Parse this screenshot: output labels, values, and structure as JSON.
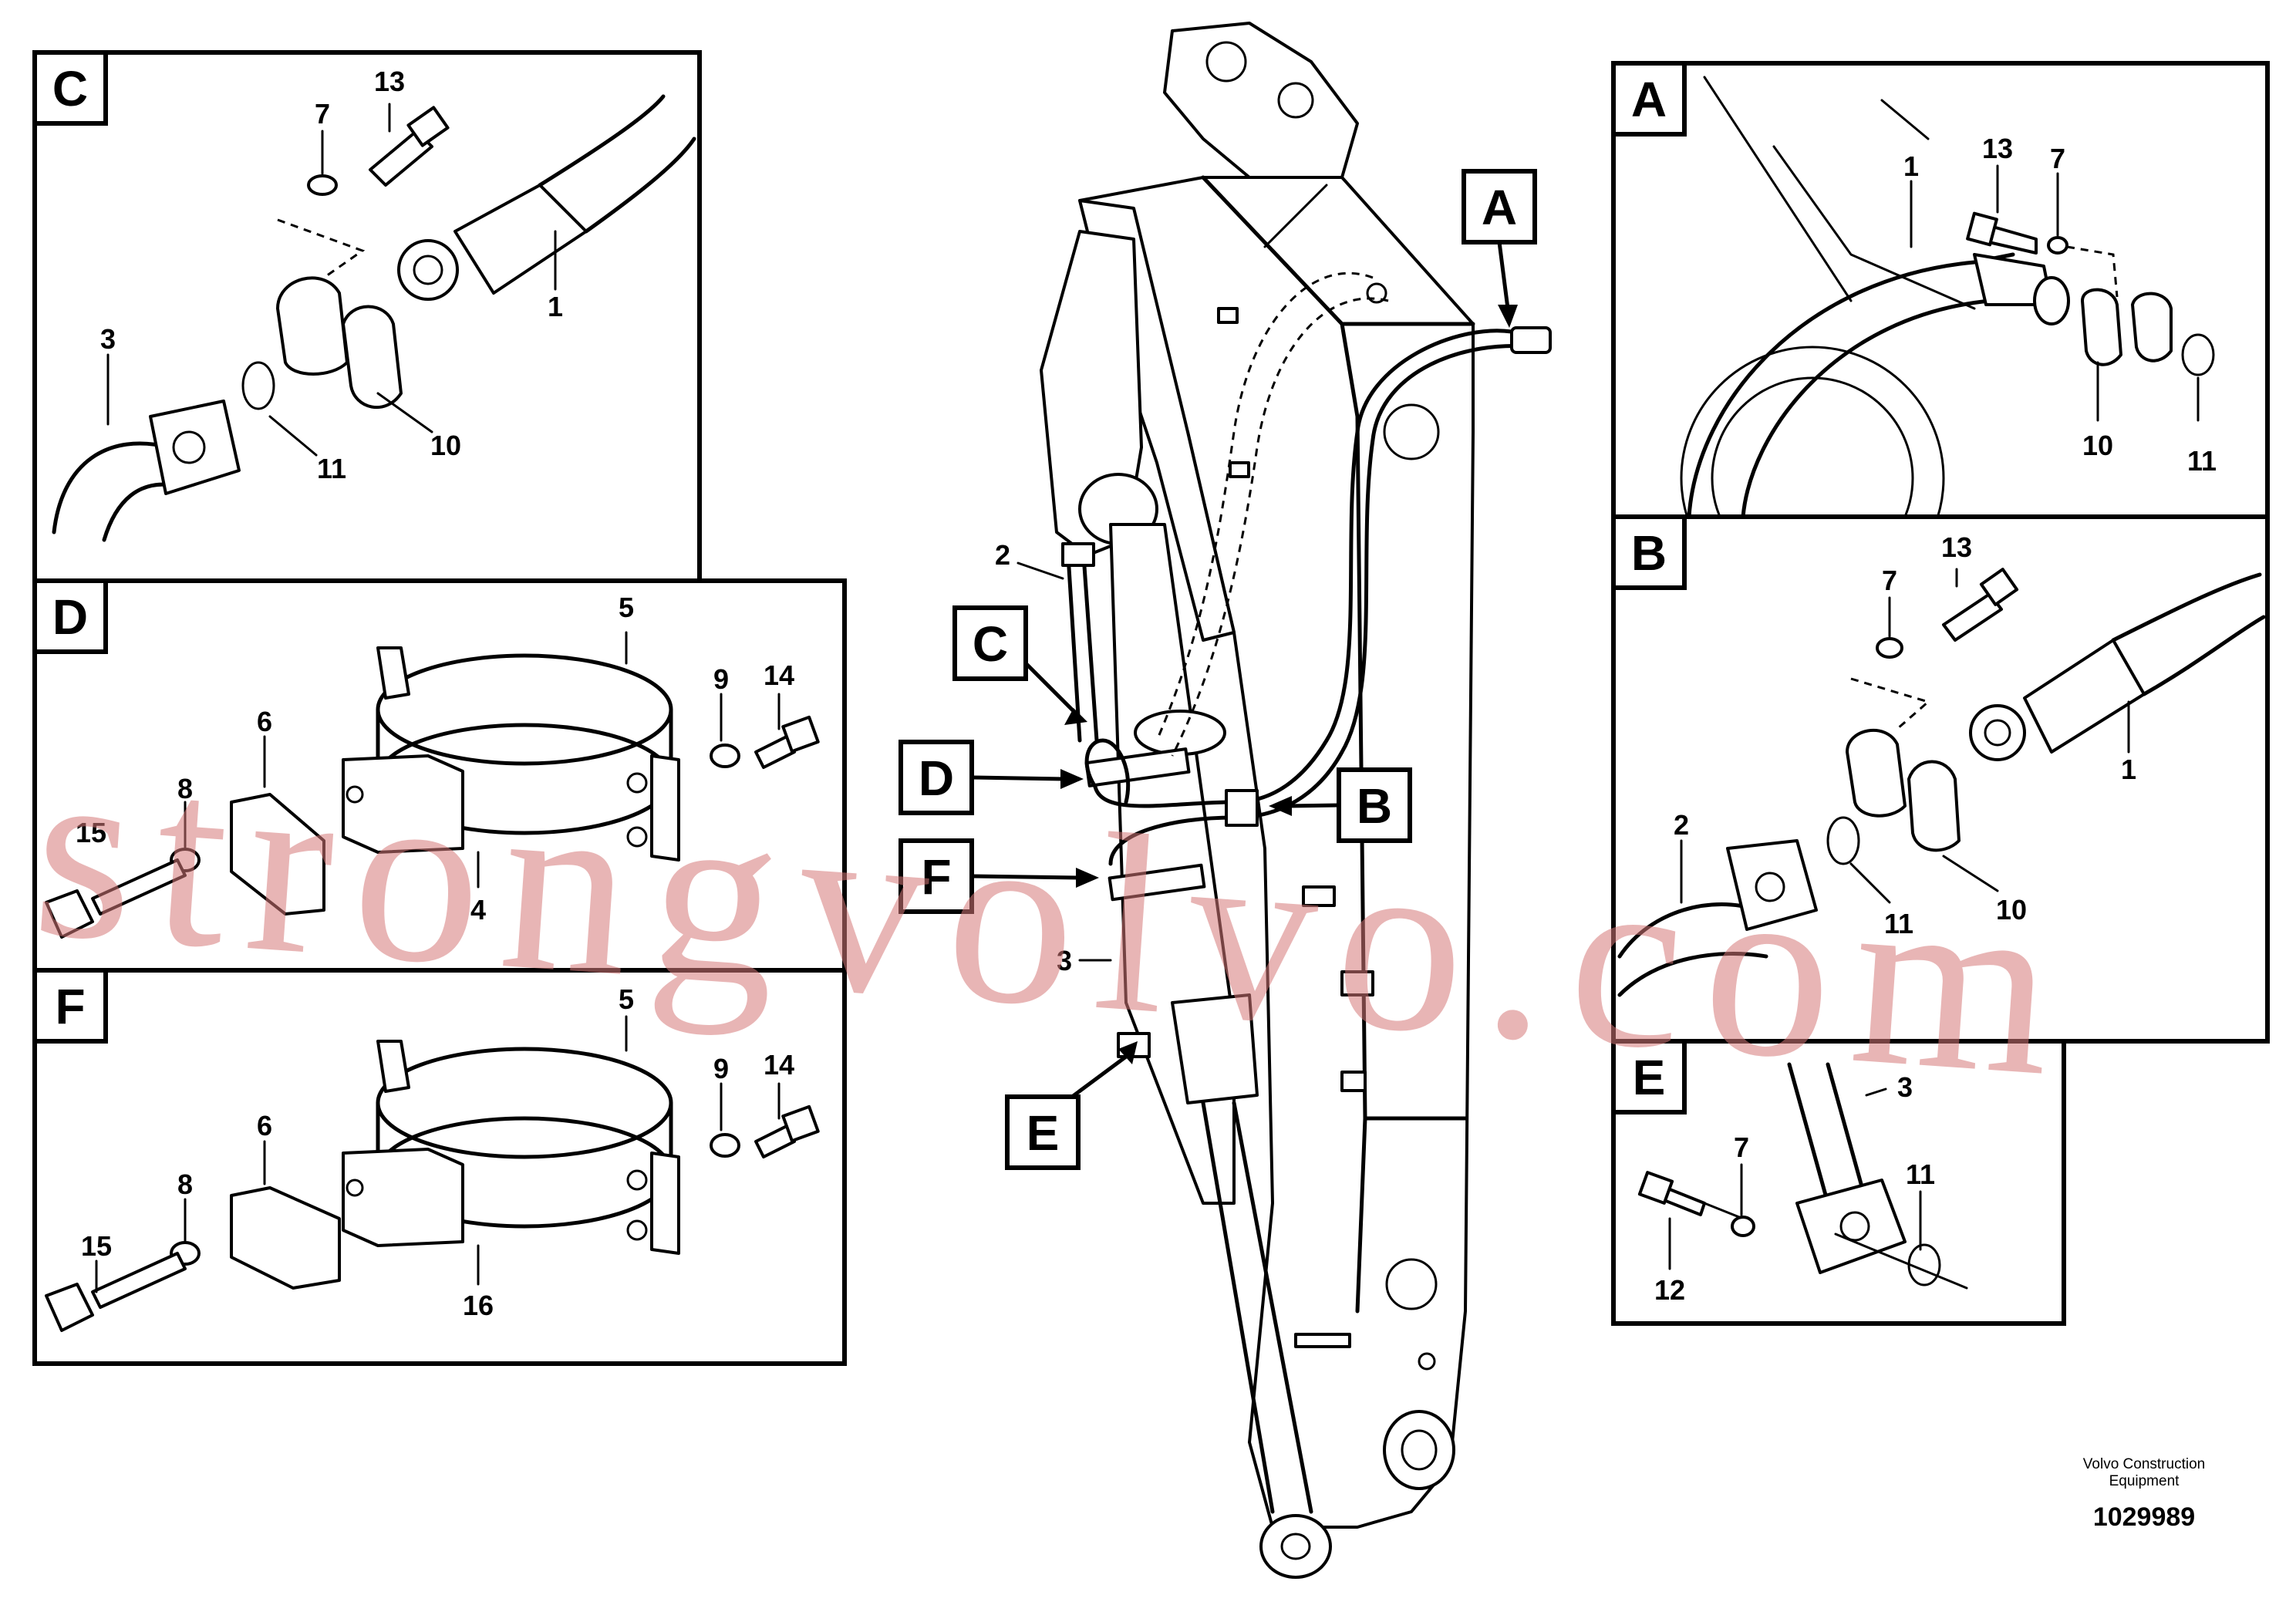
{
  "panels": {
    "C": {
      "label": "C",
      "parts": [
        "13",
        "7",
        "1",
        "3",
        "11",
        "10"
      ]
    },
    "D": {
      "label": "D",
      "parts": [
        "5",
        "9",
        "14",
        "6",
        "8",
        "15",
        "4"
      ]
    },
    "F": {
      "label": "F",
      "parts": [
        "5",
        "9",
        "14",
        "6",
        "8",
        "15",
        "16"
      ]
    },
    "A": {
      "label": "A",
      "parts": [
        "1",
        "13",
        "7",
        "10",
        "11"
      ]
    },
    "B": {
      "label": "B",
      "parts": [
        "13",
        "7",
        "1",
        "2",
        "11",
        "10"
      ]
    },
    "E": {
      "label": "E",
      "parts": [
        "3",
        "7",
        "11",
        "12"
      ]
    }
  },
  "main": {
    "callouts": [
      "A",
      "B",
      "C",
      "D",
      "F",
      "E"
    ],
    "parts": [
      "2",
      "3"
    ]
  },
  "watermark": "strongvolvo.com",
  "footer": {
    "brand": "Volvo Construction Equipment",
    "drawing_number": "1029989"
  }
}
